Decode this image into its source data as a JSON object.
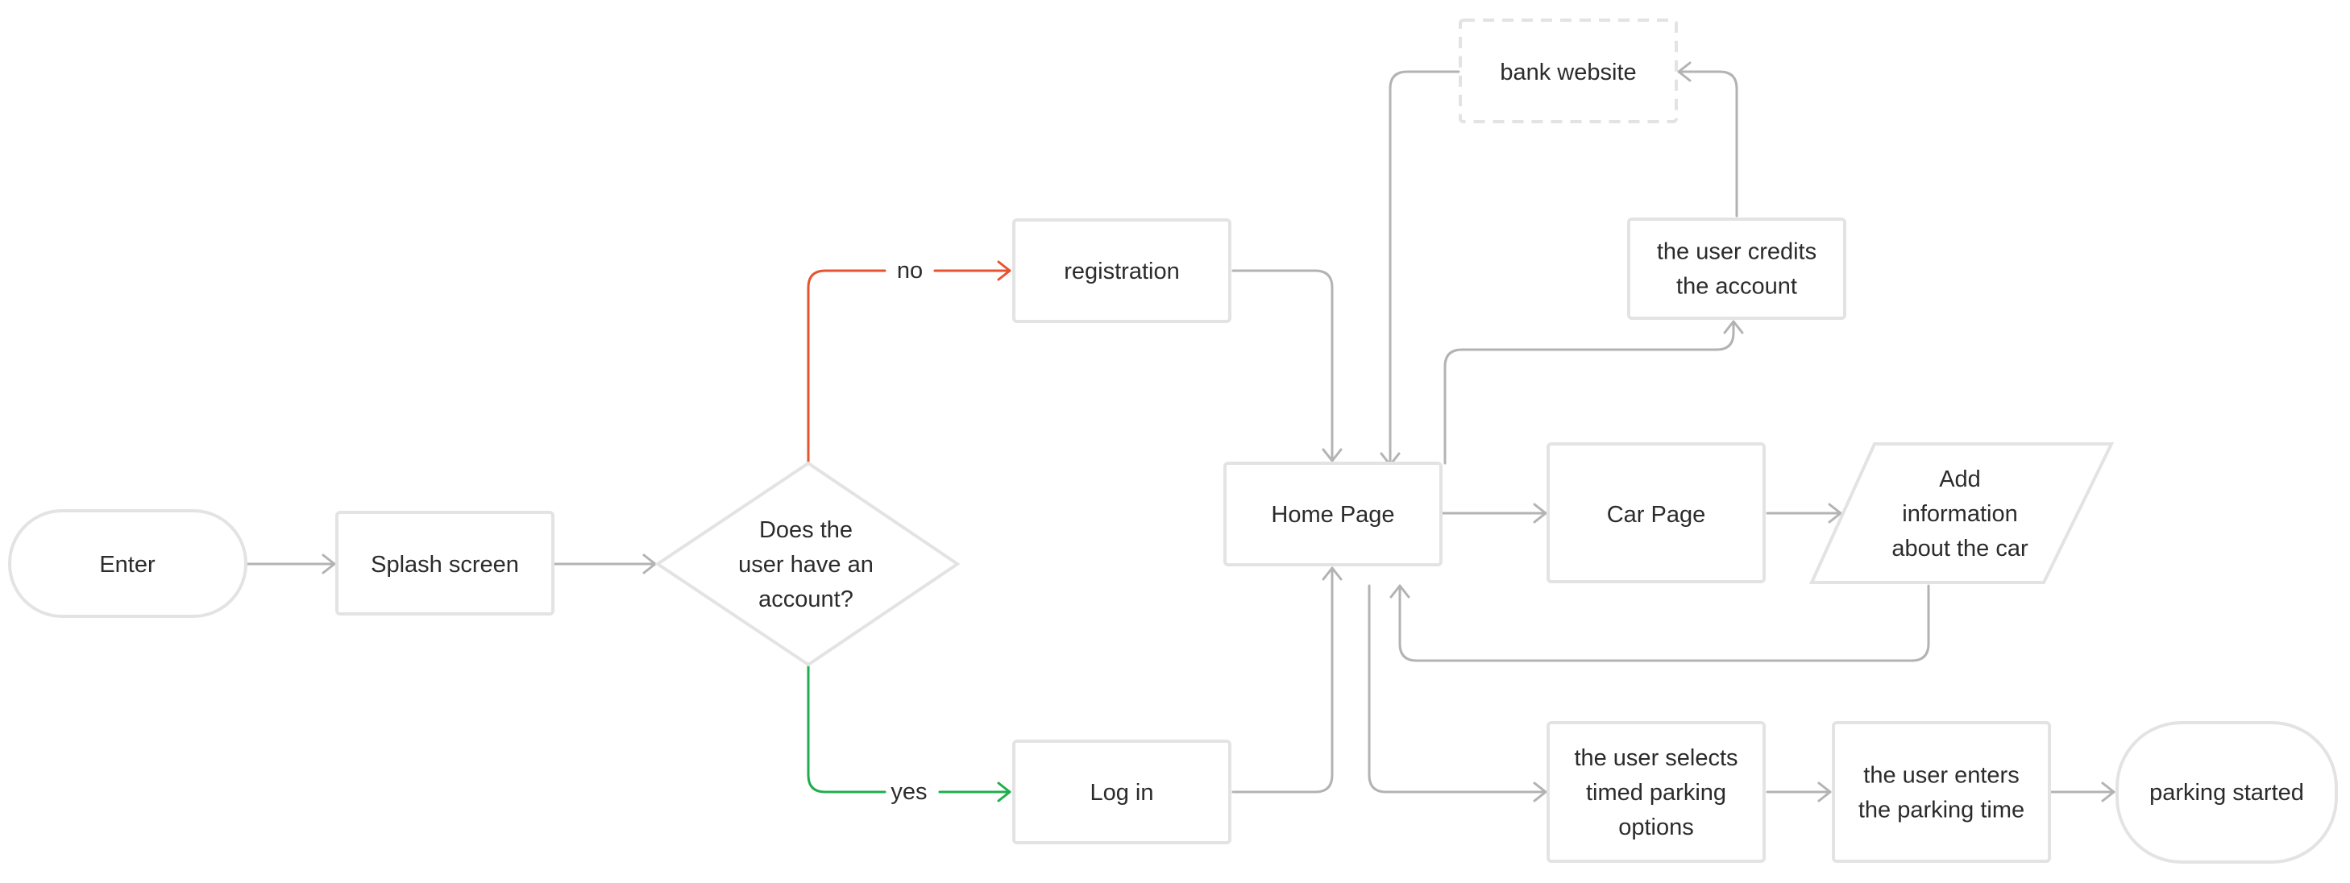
{
  "colors": {
    "connector": "#b3b3b3",
    "no_branch": "#e8532f",
    "yes_branch": "#1fae4d",
    "node_border": "#e3e3e3",
    "text": "#2b2b2b"
  },
  "nodes": {
    "enter": {
      "lines": [
        "Enter"
      ]
    },
    "splash": {
      "lines": [
        "Splash screen"
      ]
    },
    "decision": {
      "lines": [
        "Does the",
        "user have an",
        "account?"
      ]
    },
    "registration": {
      "lines": [
        "registration"
      ]
    },
    "login": {
      "lines": [
        "Log in"
      ]
    },
    "home": {
      "lines": [
        "Home Page"
      ]
    },
    "bank": {
      "lines": [
        "bank website"
      ]
    },
    "credits": {
      "lines": [
        "the user credits",
        "the account"
      ]
    },
    "car": {
      "lines": [
        "Car Page"
      ]
    },
    "add_info": {
      "lines": [
        "Add",
        "information",
        "about the car"
      ]
    },
    "selects": {
      "lines": [
        "the user selects",
        "timed parking",
        "options"
      ]
    },
    "enters": {
      "lines": [
        "the user enters",
        "the parking time"
      ]
    },
    "started": {
      "lines": [
        "parking started"
      ]
    }
  },
  "edge_labels": {
    "no": "no",
    "yes": "yes"
  }
}
